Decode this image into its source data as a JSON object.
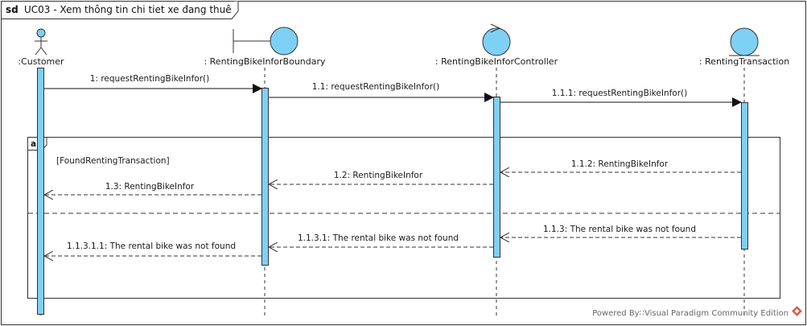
{
  "frame": {
    "keyword": "sd",
    "title": "UC03 - Xem thông tin chi tiet xe đang thuê"
  },
  "lifelines": {
    "customer": ":Customer",
    "boundary": ": RentingBikeInforBoundary",
    "controller": ": RentingBikeInforController",
    "entity": ": RentingTransaction"
  },
  "messages": {
    "m1": "1: requestRentingBikeInfor()",
    "m11": "1.1: requestRentingBikeInfor()",
    "m111": "1.1.1: requestRentingBikeInfor()",
    "m112": "1.1.2: RentingBikeInfor",
    "m12": "1.2: RentingBikeInfor",
    "m13": "1.3: RentingBikeInfor",
    "m113": "1.1.3: The rental bike was not found",
    "m1131": "1.1.3.1: The rental bike was not found",
    "m11311": "1.1.3.1.1: The rental bike was not found"
  },
  "alt": {
    "keyword": "alt",
    "guard": "[FoundRentingTransaction]"
  },
  "footer": {
    "text": "Powered By∷Visual Paradigm Community Edition"
  },
  "colors": {
    "accent": "#7fd0f5",
    "stroke": "#1a1a1a",
    "border": "#333333"
  }
}
